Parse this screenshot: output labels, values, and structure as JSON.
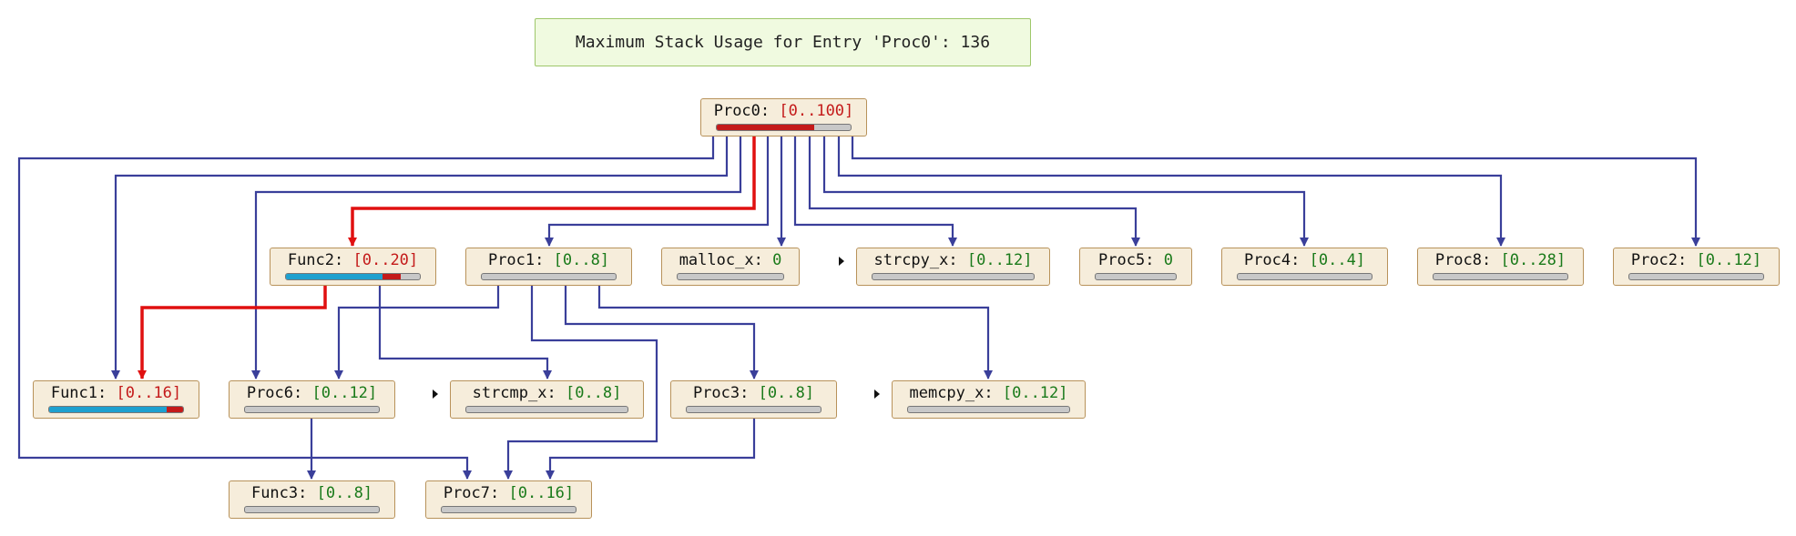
{
  "colors": {
    "edge": "#3a3f9a",
    "critical": "#e01010",
    "node_fill": "#f6eddb",
    "node_border": "#b8925a",
    "range_ok": "#1a7a1a",
    "range_hot": "#c41a1a",
    "bar_used": "#1ea0cf",
    "bar_peak": "#c41a1a",
    "bar_empty": "#c8c8c8"
  },
  "summary": {
    "text": "Maximum Stack Usage for Entry 'Proc0': 136"
  },
  "nodes": [
    {
      "id": "Proc0",
      "name": "Proc0",
      "value": "[0..100]",
      "range_color": "red",
      "bar": {
        "used": 0,
        "peak": 0.73
      }
    },
    {
      "id": "Func2",
      "name": "Func2",
      "value": "[0..20]",
      "range_color": "red",
      "bar": {
        "used": 0.72,
        "peak": 0.14
      }
    },
    {
      "id": "Proc1",
      "name": "Proc1",
      "value": "[0..8]",
      "range_color": "green",
      "bar": {
        "used": 0,
        "peak": 0
      }
    },
    {
      "id": "malloc_x",
      "name": "malloc_x",
      "value": "0",
      "range_color": "green",
      "bar": {
        "used": 0,
        "peak": 0
      }
    },
    {
      "id": "strcpy_x",
      "name": "strcpy_x",
      "value": "[0..12]",
      "range_color": "green",
      "marker": true,
      "bar": {
        "used": 0,
        "peak": 0
      }
    },
    {
      "id": "Proc5",
      "name": "Proc5",
      "value": "0",
      "range_color": "green",
      "bar": {
        "used": 0,
        "peak": 0
      }
    },
    {
      "id": "Proc4",
      "name": "Proc4",
      "value": "[0..4]",
      "range_color": "green",
      "bar": {
        "used": 0,
        "peak": 0
      }
    },
    {
      "id": "Proc8",
      "name": "Proc8",
      "value": "[0..28]",
      "range_color": "green",
      "bar": {
        "used": 0,
        "peak": 0
      }
    },
    {
      "id": "Proc2",
      "name": "Proc2",
      "value": "[0..12]",
      "range_color": "green",
      "bar": {
        "used": 0,
        "peak": 0
      }
    },
    {
      "id": "Func1",
      "name": "Func1",
      "value": "[0..16]",
      "range_color": "red",
      "bar": {
        "used": 0.88,
        "peak": 0.12
      }
    },
    {
      "id": "Proc6",
      "name": "Proc6",
      "value": "[0..12]",
      "range_color": "green",
      "bar": {
        "used": 0,
        "peak": 0
      }
    },
    {
      "id": "strcmp_x",
      "name": "strcmp_x",
      "value": "[0..8]",
      "range_color": "green",
      "marker": true,
      "bar": {
        "used": 0,
        "peak": 0
      }
    },
    {
      "id": "Proc3",
      "name": "Proc3",
      "value": "[0..8]",
      "range_color": "green",
      "bar": {
        "used": 0,
        "peak": 0
      }
    },
    {
      "id": "memcpy_x",
      "name": "memcpy_x",
      "value": "[0..12]",
      "range_color": "green",
      "marker": true,
      "bar": {
        "used": 0,
        "peak": 0
      }
    },
    {
      "id": "Func3",
      "name": "Func3",
      "value": "[0..8]",
      "range_color": "green",
      "bar": {
        "used": 0,
        "peak": 0
      }
    },
    {
      "id": "Proc7",
      "name": "Proc7",
      "value": "[0..16]",
      "range_color": "green",
      "bar": {
        "used": 0,
        "peak": 0
      }
    }
  ],
  "edges": [
    {
      "from": "Proc0",
      "to": "Proc7",
      "critical": false
    },
    {
      "from": "Proc0",
      "to": "Func1",
      "critical": false
    },
    {
      "from": "Proc0",
      "to": "Proc6",
      "critical": false
    },
    {
      "from": "Proc0",
      "to": "Func2",
      "critical": true
    },
    {
      "from": "Proc0",
      "to": "Proc1",
      "critical": false
    },
    {
      "from": "Proc0",
      "to": "malloc_x",
      "critical": false
    },
    {
      "from": "Proc0",
      "to": "strcpy_x",
      "critical": false
    },
    {
      "from": "Proc0",
      "to": "Proc5",
      "critical": false
    },
    {
      "from": "Proc0",
      "to": "Proc4",
      "critical": false
    },
    {
      "from": "Proc0",
      "to": "Proc8",
      "critical": false
    },
    {
      "from": "Proc0",
      "to": "Proc2",
      "critical": false
    },
    {
      "from": "Func2",
      "to": "Func1",
      "critical": true
    },
    {
      "from": "Func2",
      "to": "strcmp_x",
      "critical": false
    },
    {
      "from": "Proc1",
      "to": "Proc6",
      "critical": false
    },
    {
      "from": "Proc1",
      "to": "Proc7",
      "critical": false
    },
    {
      "from": "Proc1",
      "to": "Proc3",
      "critical": false
    },
    {
      "from": "Proc1",
      "to": "memcpy_x",
      "critical": false
    },
    {
      "from": "Proc6",
      "to": "Func3",
      "critical": false
    },
    {
      "from": "Proc3",
      "to": "Proc7",
      "critical": false
    }
  ]
}
